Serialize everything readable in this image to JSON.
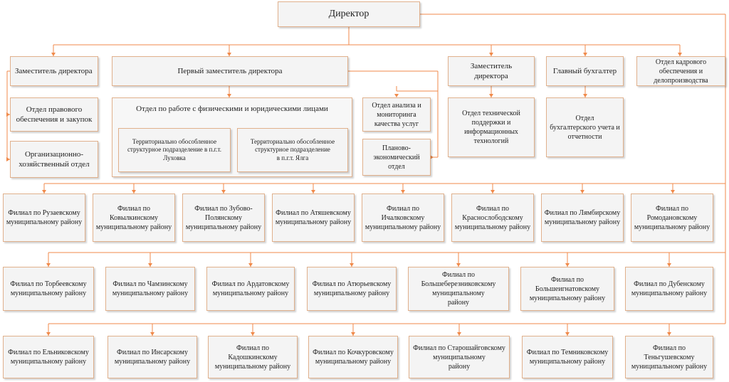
{
  "nodes": {
    "director": "Директор",
    "deputy_director_left": "Заместитель директора",
    "first_deputy_director": "Первый заместитель директора",
    "deputy_director_right": "Заместитель\nдиректора",
    "chief_accountant": "Главный бухгалтер",
    "hr_department": "Отдел кадрового\nобеспечения и\nделопроизводства",
    "legal_department": "Отдел правового\nобеспечения и закупок",
    "admin_department": "Организационно-\nхозяйственный отдел",
    "individuals_department": "Отдел по работе с физическими и юридическими лицами",
    "territorial_luhovka": "Территориально обособленное\nструктурное подразделение в п.г.т.\nЛуховка",
    "territorial_yalga": "Территориально обособленное\nструктурное подразделение\nв п.г.т. Ялга",
    "quality_department": "Отдел анализа и\nмониторинга\nкачества услуг",
    "planning_department": "Планово-\nэкономический\nотдел",
    "it_department": "Отдел технической\nподдержки и\nинформационных\nтехнологий",
    "accounting_department": "Отдел\nбухгалтерского учета и\nотчетности"
  },
  "branches": [
    [
      "Филиал по Рузаевскому\nмуниципальному району",
      "Филиал по\nКовылкинскому\nмуниципальному району",
      "Филиал по Зубово-\nПолянскому\nмуниципальному району",
      "Филиал по Атяшевскому\nмуниципальному району",
      "Филиал по\nИчалковскому\nмуниципальному району",
      "Филиал по\nКраснослободскому\nмуниципальному району",
      "Филиал по Лямбирскому\nмуниципальному району",
      "Филиал по\nРомодановскому\nмуниципальному району"
    ],
    [
      "Филиал по Торбеевскому\nмуниципальному району",
      "Филиал по Чамзинскому\nмуниципальному району",
      "Филиал по Ардатовскому\nмуниципальному району",
      "Филиал по Атюрьевскому\nмуниципальному району",
      "Филиал по\nБольшеберезниковскому\nмуниципальному\nрайону",
      "Филиал по\nБольшеигнатовскому\nмуниципальному району",
      "Филиал по Дубенскому\nмуниципальному району"
    ],
    [
      "Филиал по Ельниковскому\nмуниципальному району",
      "Филиал по Инсарскому\nмуниципальному району",
      "Филиал по\nКадошкинскому\nмуниципальному району",
      "Филиал по Кочкуровскому\nмуниципальному району",
      "Филиал по Старошайговскому\nмуниципальному\nрайону",
      "Филиал по Темниковскому\nмуниципальному району",
      "Филиал по\nТеньгушевскому\nмуниципальному району"
    ]
  ],
  "colors": {
    "line": "#f08a4b",
    "border": "#e0b08c",
    "fill": "#f4f4f4"
  }
}
